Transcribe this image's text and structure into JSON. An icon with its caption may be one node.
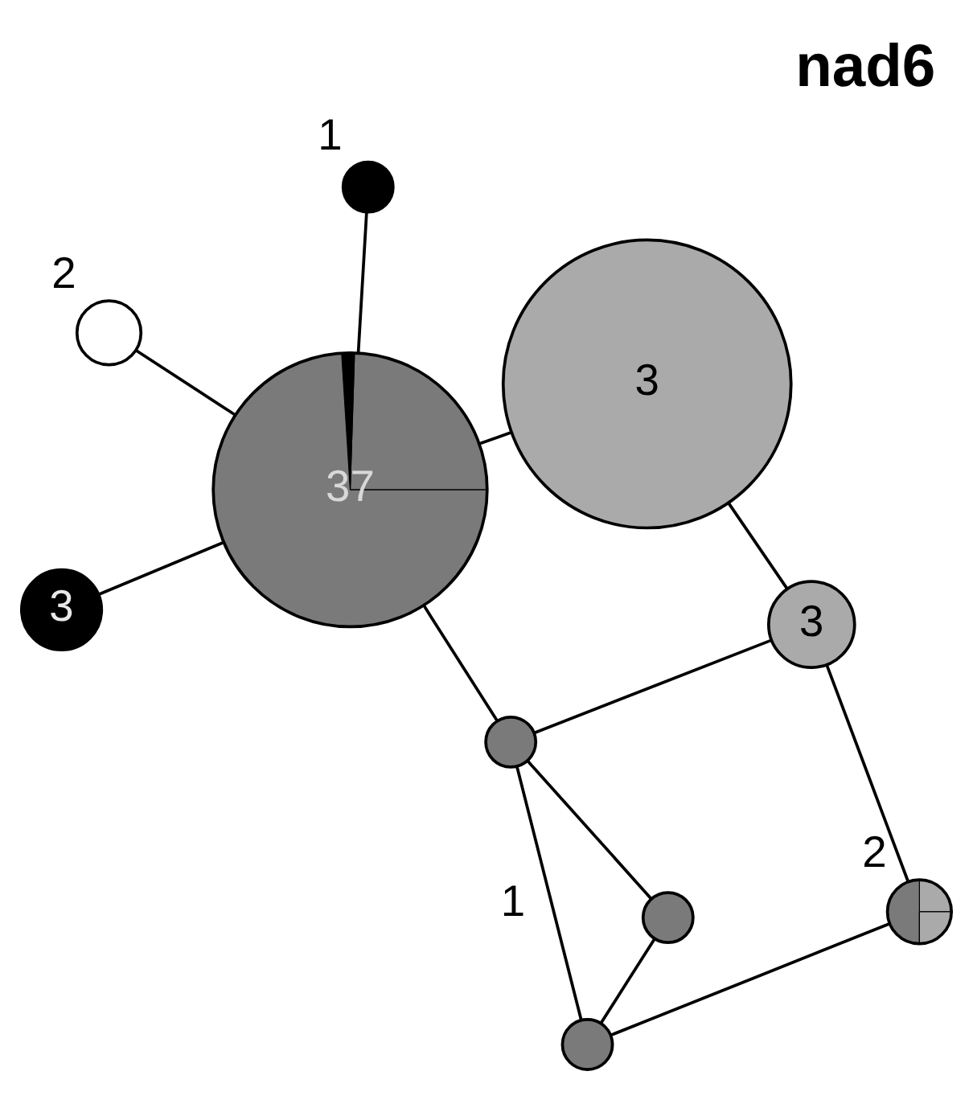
{
  "diagram": {
    "title": "nad6",
    "nodes": [
      {
        "text": [],
        "shape": "circle",
        "beside": [
          "2"
        ]
      },
      {
        "text": [],
        "shape": "circle",
        "beside": [
          "1"
        ]
      },
      {
        "text": [
          "3"
        ]
      },
      {
        "text": [
          "37"
        ]
      },
      {
        "text": [
          "3"
        ]
      },
      {
        "text": [
          "3"
        ]
      },
      {
        "text": [],
        "shape": "circle"
      },
      {
        "text": [],
        "shape": "circle"
      },
      {
        "text": [],
        "shape": "circle"
      },
      {
        "text": [],
        "shape": "circle",
        "beside": [
          "2"
        ]
      }
    ],
    "edges": [
      {
        "from": 0,
        "to": 3,
        "arrow": "none"
      },
      {
        "from": 1,
        "to": 3,
        "arrow": "none"
      },
      {
        "from": 2,
        "to": 3,
        "arrow": "none"
      },
      {
        "from": 3,
        "to": 4,
        "arrow": "none"
      },
      {
        "from": 3,
        "to": 6,
        "arrow": "none"
      },
      {
        "from": 4,
        "to": 5,
        "arrow": "none"
      },
      {
        "from": 5,
        "to": 6,
        "arrow": "none"
      },
      {
        "from": 6,
        "to": 7,
        "arrow": "none"
      },
      {
        "from": 6,
        "to": 8,
        "arrow": "none"
      },
      {
        "from": 7,
        "to": 8,
        "arrow": "none"
      },
      {
        "from": 8,
        "to": 9,
        "arrow": "none"
      },
      {
        "from": 5,
        "to": 9,
        "arrow": "none"
      }
    ],
    "labels": [
      "1"
    ]
  }
}
